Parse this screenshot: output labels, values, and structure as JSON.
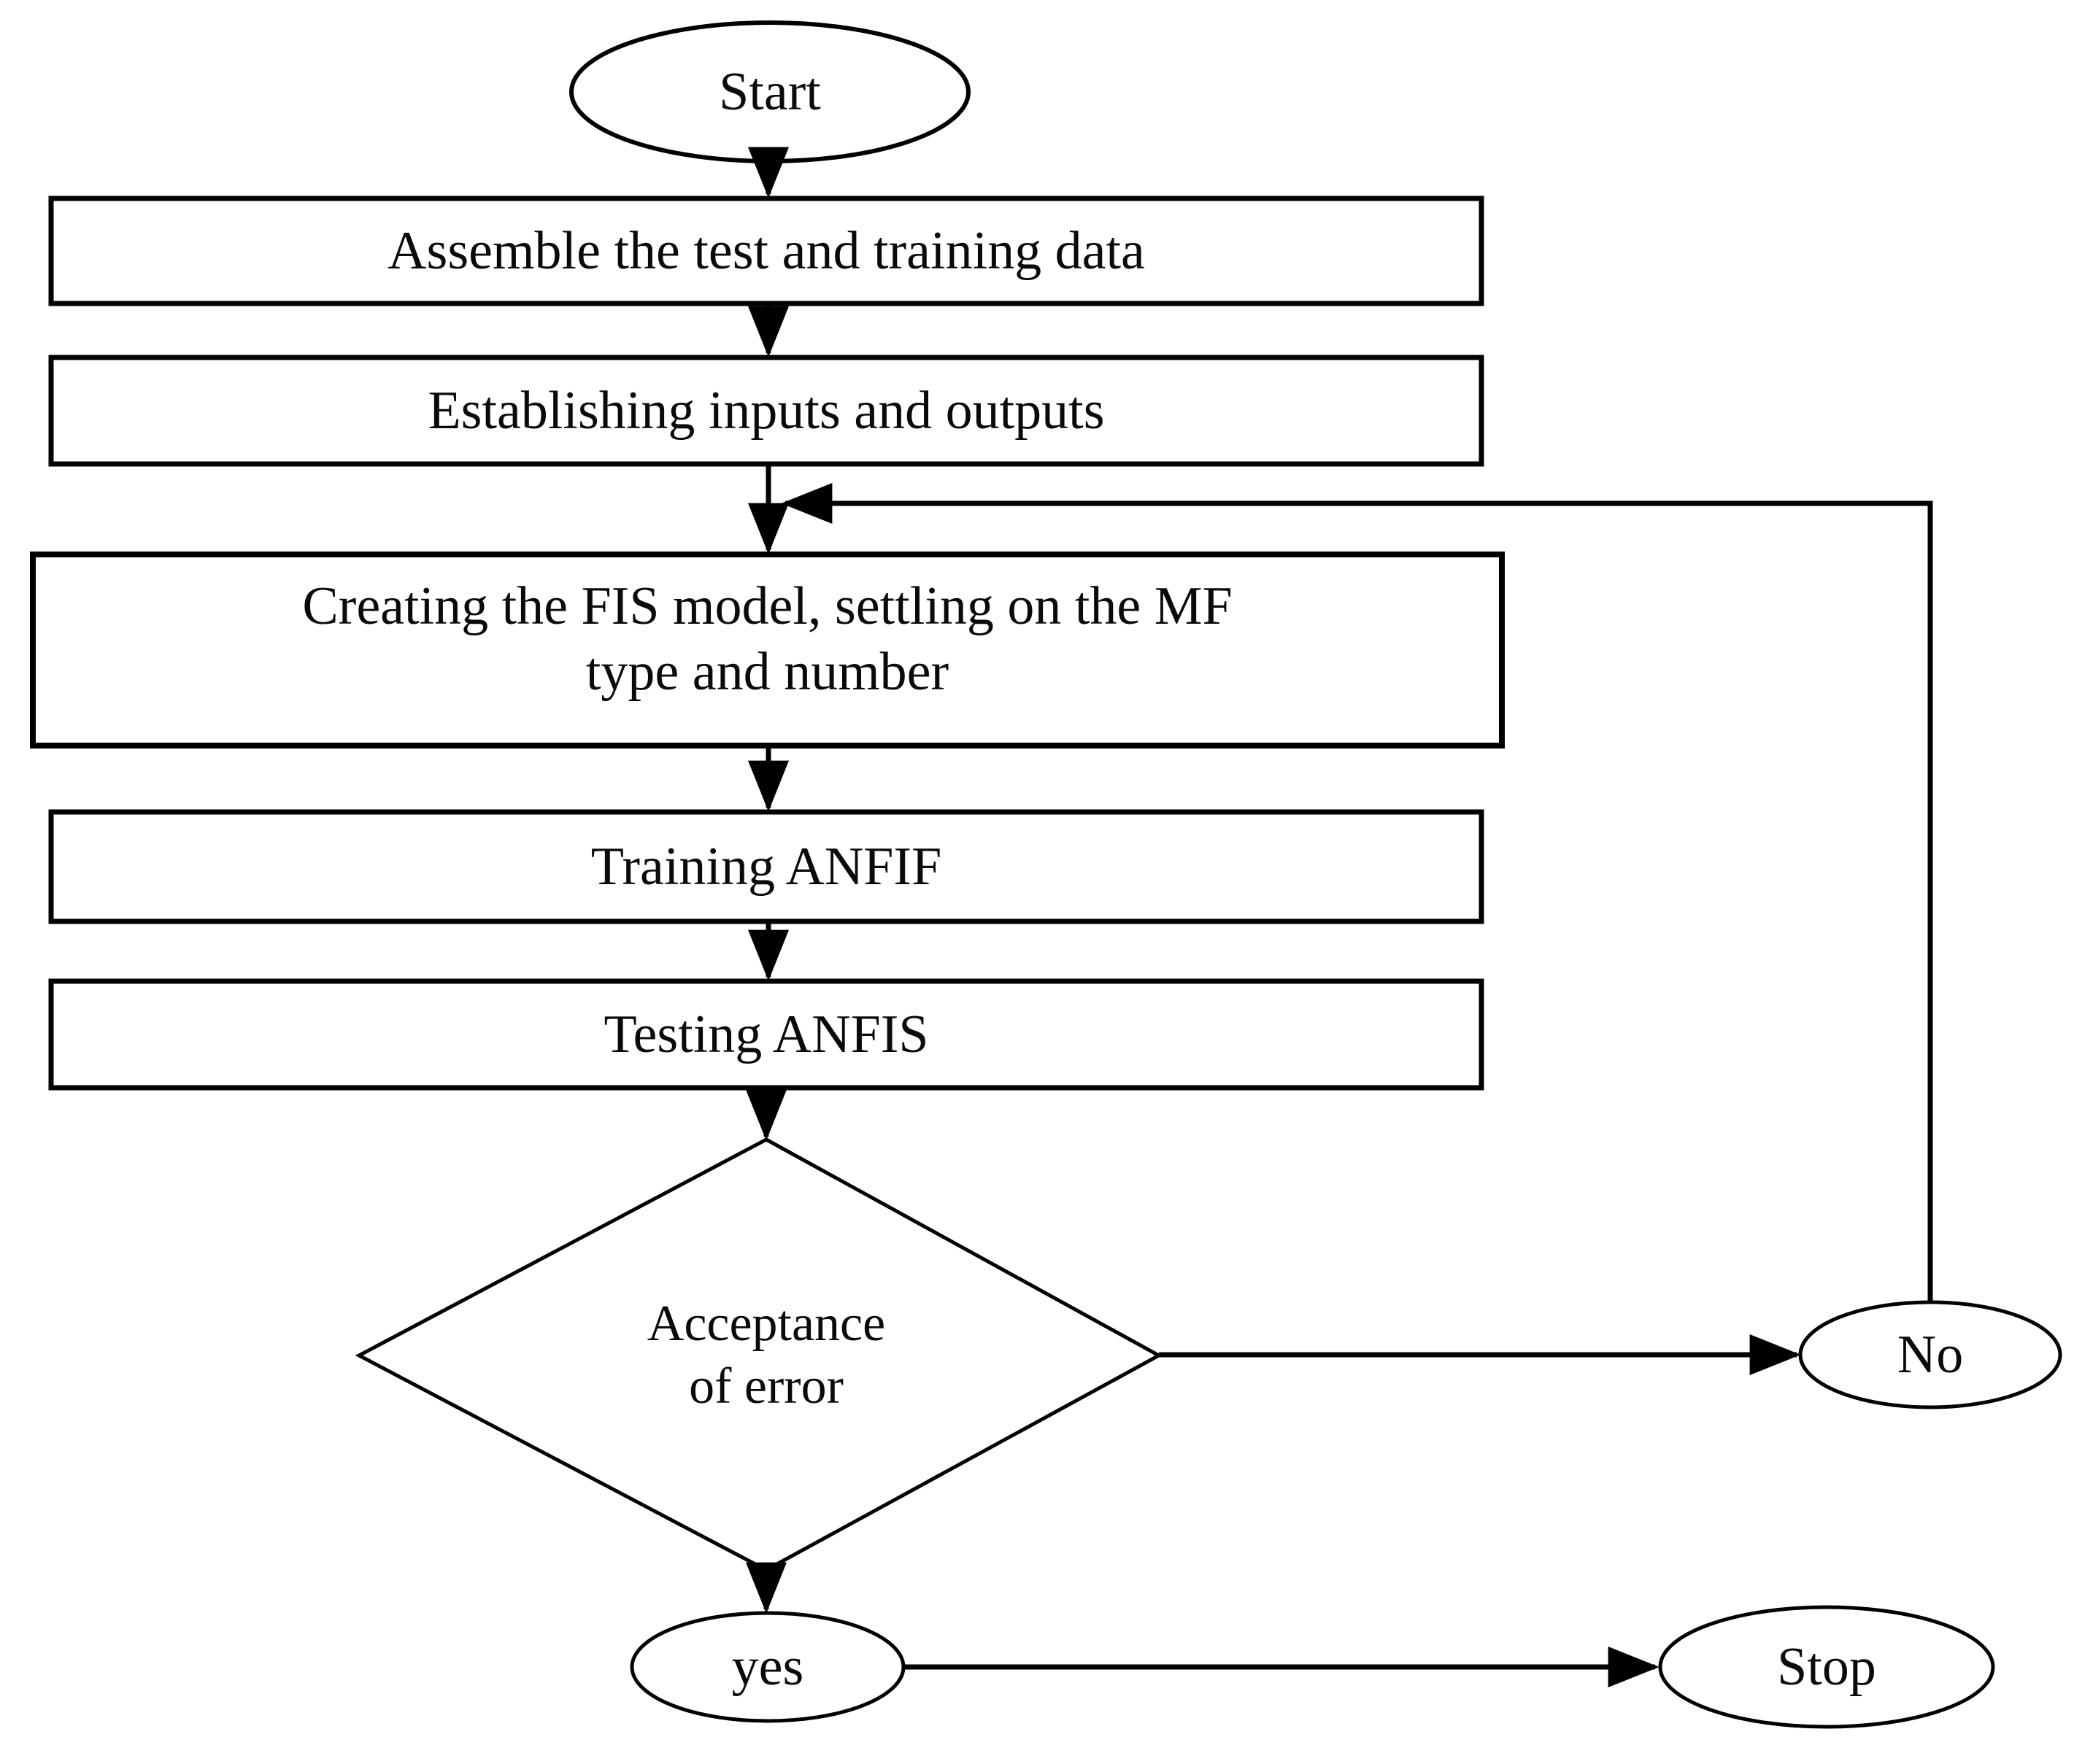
{
  "diagram": {
    "title": "ANFIS modelling flowchart",
    "type": "flowchart",
    "stroke_color": "#000000",
    "fill_color": "#ffffff",
    "text_color": "#0a0a0a",
    "nodes": {
      "start": {
        "label": "Start",
        "shape": "ellipse"
      },
      "assemble": {
        "label": "Assemble the test and training data",
        "shape": "rectangle"
      },
      "establish": {
        "label": "Establishing inputs and outputs",
        "shape": "rectangle"
      },
      "create_fis": {
        "label": "Creating the FIS model, settling on the MF\ntype and number",
        "shape": "rectangle"
      },
      "train": {
        "label": "Training ANFIF",
        "shape": "rectangle"
      },
      "test": {
        "label": "Testing ANFIS",
        "shape": "rectangle"
      },
      "decision": {
        "label": "Acceptance\nof error",
        "shape": "diamond"
      },
      "no": {
        "label": "No",
        "shape": "ellipse"
      },
      "yes": {
        "label": "yes",
        "shape": "ellipse"
      },
      "stop": {
        "label": "Stop",
        "shape": "ellipse"
      }
    },
    "edges": [
      {
        "from": "start",
        "to": "assemble",
        "label": ""
      },
      {
        "from": "assemble",
        "to": "establish",
        "label": ""
      },
      {
        "from": "establish",
        "to": "create_fis",
        "label": ""
      },
      {
        "from": "create_fis",
        "to": "train",
        "label": ""
      },
      {
        "from": "train",
        "to": "test",
        "label": ""
      },
      {
        "from": "test",
        "to": "decision",
        "label": ""
      },
      {
        "from": "decision",
        "to": "no",
        "label": ""
      },
      {
        "from": "no",
        "to": "create_fis",
        "label": ""
      },
      {
        "from": "decision",
        "to": "yes",
        "label": ""
      },
      {
        "from": "yes",
        "to": "stop",
        "label": ""
      }
    ]
  }
}
